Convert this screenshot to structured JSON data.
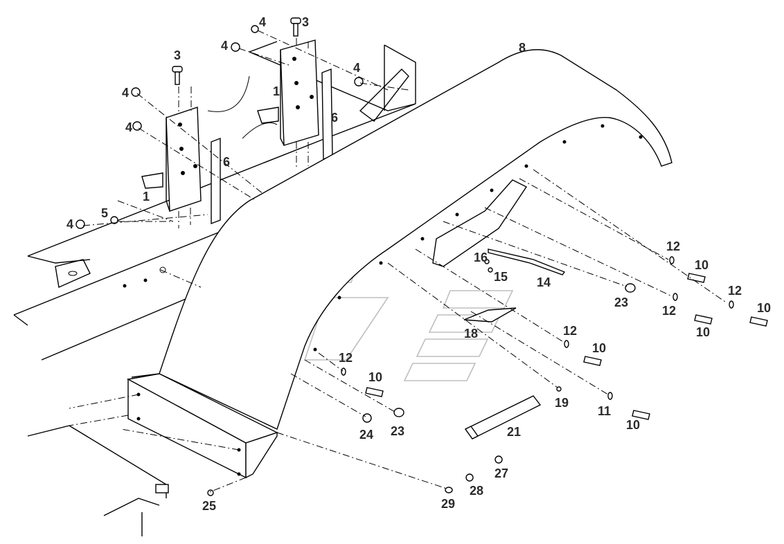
{
  "callouts": [
    "1",
    "1",
    "3",
    "3",
    "4",
    "4",
    "4",
    "4",
    "4",
    "4",
    "5",
    "6",
    "6",
    "8",
    "10",
    "10",
    "10",
    "10",
    "10",
    "10",
    "11",
    "12",
    "12",
    "12",
    "12",
    "12",
    "14",
    "15",
    "16",
    "18",
    "19",
    "21",
    "23",
    "23",
    "24",
    "25",
    "27",
    "28",
    "29"
  ]
}
